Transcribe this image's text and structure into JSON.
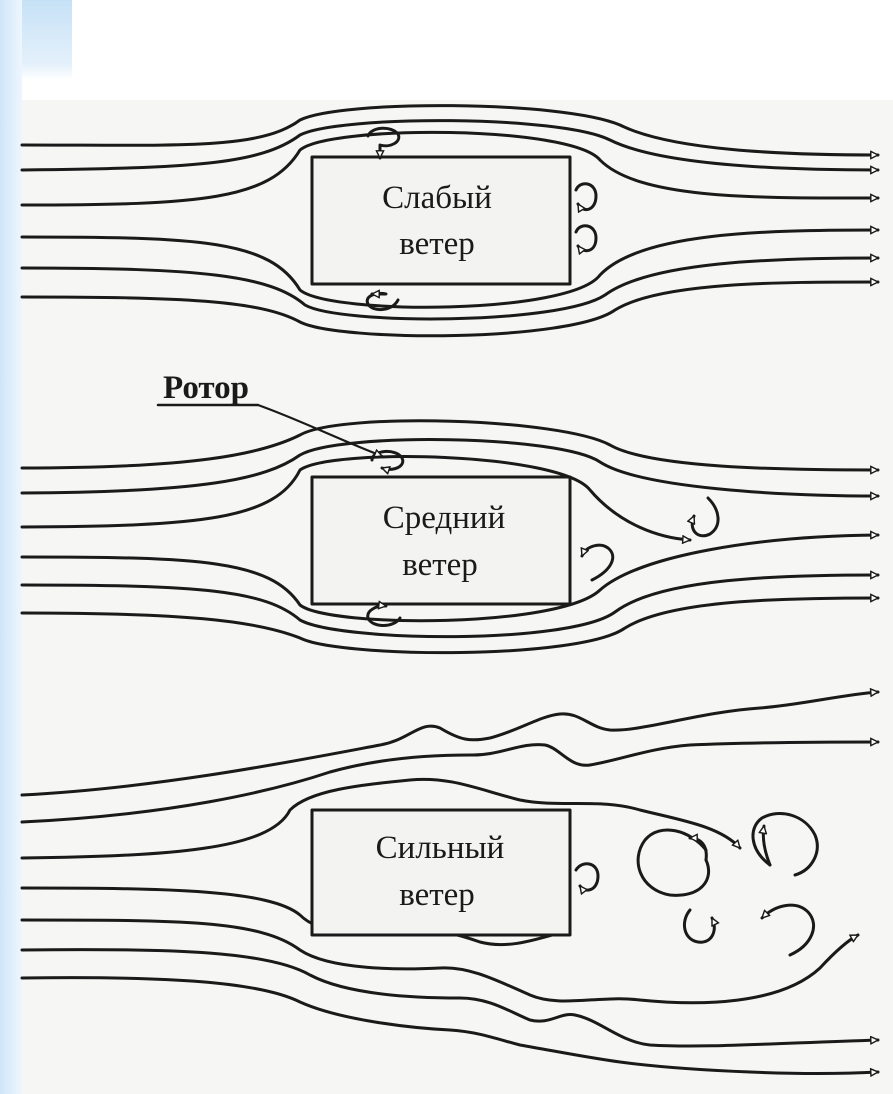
{
  "labels": {
    "weak_line1": "Слабый",
    "weak_line2": "ветер",
    "rotor": "Ротор",
    "medium_line1": "Средний",
    "medium_line2": "ветер",
    "strong_line1": "Сильный",
    "strong_line2": "ветер"
  },
  "colors": {
    "ink": "#1a1a1a",
    "paper": "#f6f6f4",
    "frame_blue": "#cfe6f8"
  }
}
